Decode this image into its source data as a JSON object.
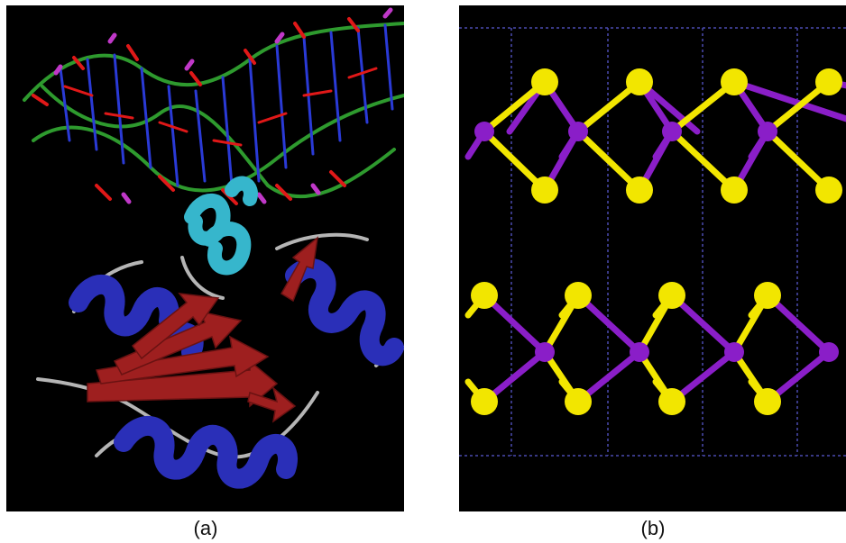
{
  "figure": {
    "panels": [
      {
        "label": "(a)",
        "subject": "protein-dna-complex-ribbon"
      },
      {
        "label": "(b)",
        "subject": "layered-crystal-lattice"
      }
    ]
  },
  "colors": {
    "background": "#000000",
    "helix_blue": "#2a2fb8",
    "helix_cyan": "#36b6cc",
    "sheet_red": "#9e1f1f",
    "coil_gray": "#b5b5b5",
    "dna_green": "#2e9a2e",
    "dna_red": "#e01818",
    "dna_blue": "#2a3ad6",
    "dna_magenta": "#c038c8",
    "atom_yellow": "#f2e600",
    "atom_purple": "#8a1ec8",
    "cell_line": "#4a4ab0"
  }
}
